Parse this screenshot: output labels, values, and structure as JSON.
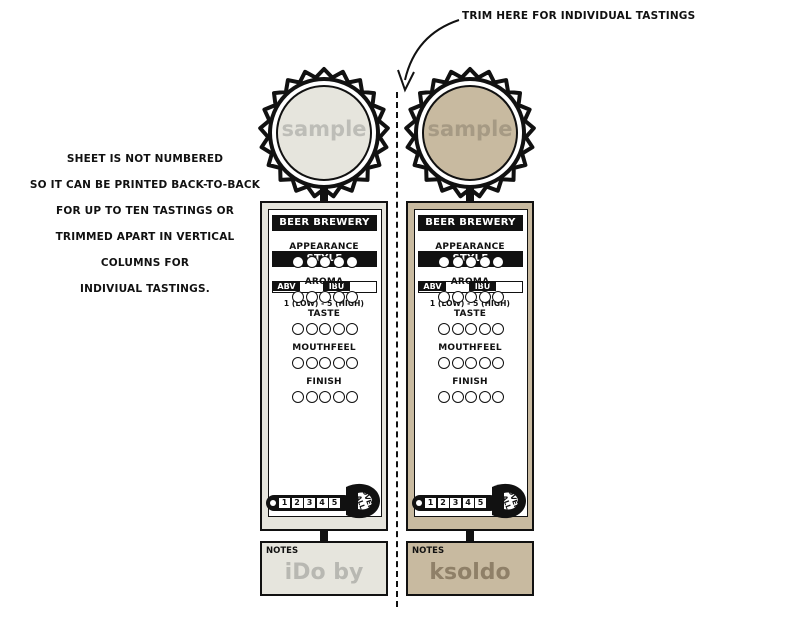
{
  "trim_note": "TRIM HERE FOR INDIVIDUAL TASTINGS",
  "instructions": [
    "SHEET IS NOT NUMBERED",
    "SO IT CAN BE PRINTED BACK-TO-BACK",
    "FOR UP TO TEN TASTINGS OR",
    "TRIMMED APART IN VERTICAL",
    "COLUMNS FOR",
    "INDIVIUAL TASTINGS."
  ],
  "cards": [
    {
      "cap_watermark": "sample",
      "brewery_label": "BEER BREWERY",
      "style_label": "STYLE",
      "abv_label": "ABV",
      "ibu_label": "IBU",
      "scale_note": "1 (LOW) - 5 (HIGH)",
      "categories": [
        "APPEARANCE",
        "AROMA",
        "TASTE",
        "MOUTHFEEL",
        "FINISH"
      ],
      "overall_scale": [
        "1",
        "2",
        "3",
        "4",
        "5"
      ],
      "overall_label": "OVER ALL",
      "notes_label": "NOTES",
      "notes_watermark": "iDo by",
      "panel_color": "#e6e5dd",
      "cap_color": "#e6e5dd"
    },
    {
      "cap_watermark": "sample",
      "brewery_label": "BEER BREWERY",
      "style_label": "STYLE",
      "abv_label": "ABV",
      "ibu_label": "IBU",
      "scale_note": "1 (LOW) - 5 (HIGH)",
      "categories": [
        "APPEARANCE",
        "AROMA",
        "TASTE",
        "MOUTHFEEL",
        "FINISH"
      ],
      "overall_scale": [
        "1",
        "2",
        "3",
        "4",
        "5"
      ],
      "overall_label": "OVER ALL",
      "notes_label": "NOTES",
      "notes_watermark": "ksoldo",
      "panel_color": "#c8baa0",
      "cap_color": "#c8baa0"
    }
  ],
  "colors": {
    "ink": "#111111",
    "watermark": "#bcbcbc"
  }
}
